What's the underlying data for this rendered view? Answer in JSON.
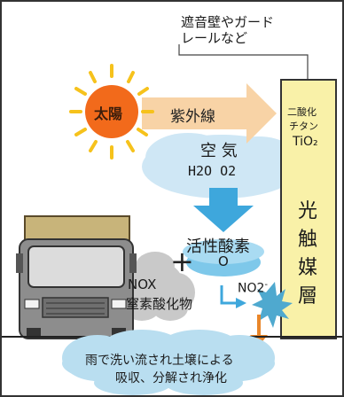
{
  "wall_label_line1": "遮音壁やガード",
  "wall_label_line2": "レールなど",
  "sun_label": "太陽",
  "uv_label": "紫外線",
  "air_label": "空 気",
  "air_formula": "H2O  O2",
  "ros_label": "活性酸素",
  "ros_symbol": "O",
  "plus_sign": "+",
  "nox_label": "NOX",
  "nox_jp_label": "窒素酸化物",
  "no2_label": "NO2",
  "no2_charge": "-",
  "tio2_name": "二酸化",
  "tio2_name2": "チタン",
  "tio2_formula": "TiO₂",
  "photocatalyst_chars": [
    "光",
    "触",
    "媒",
    "層"
  ],
  "rain_line1": "雨で洗い流され土壌による",
  "rain_line2": "吸収、分解され浄化",
  "colors": {
    "sun_orange": "#f26a1b",
    "ray_yellow": "#f6c21c",
    "uv_arrow": "#f8d3a6",
    "air_cloud": "#cfe7f5",
    "blue_arrow": "#3ea7dc",
    "panel_yellow": "#f9f1a8",
    "cloud_gray": "#c9c9c9",
    "rain_cloud": "#b9def0",
    "small_arrow": "#e9862a"
  }
}
